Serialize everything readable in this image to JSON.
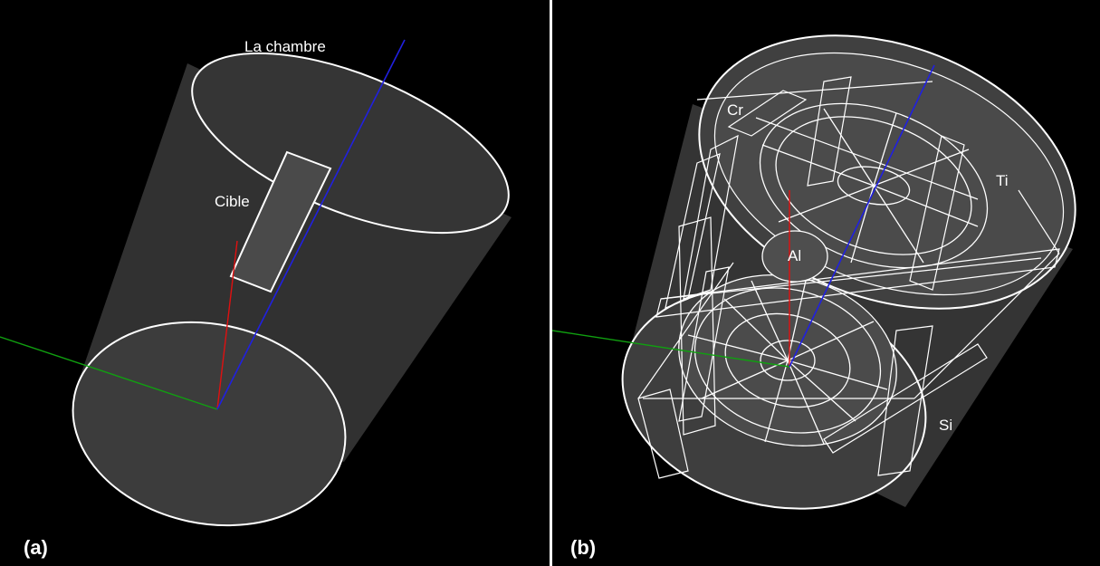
{
  "panels": [
    {
      "label": "(a)",
      "annotations": {
        "chambre": "La chambre",
        "cible": "Cible"
      }
    },
    {
      "label": "(b)",
      "annotations": {
        "cr": "Cr",
        "ti": "Ti",
        "al": "Al",
        "si": "Si"
      }
    }
  ],
  "colors": {
    "background": "#000000",
    "separator": "#ffffff",
    "wireframe": "#ffffff",
    "volume_fill": "#3a3a3a",
    "axis_x": "#e01010",
    "axis_y": "#10a010",
    "axis_z": "#2020e0"
  }
}
